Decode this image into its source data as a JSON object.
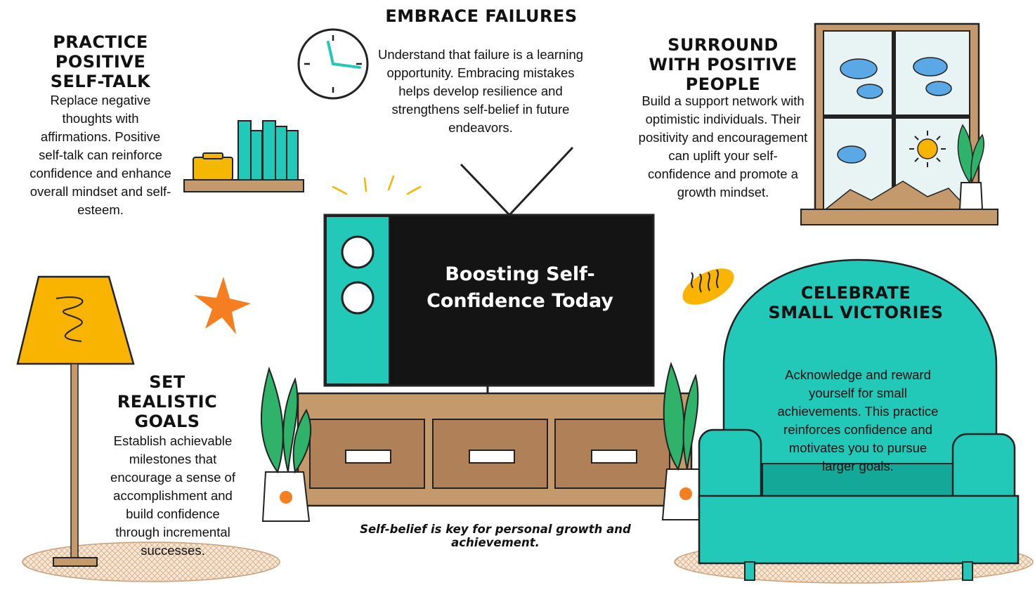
{
  "center": {
    "title": "Boosting Self-Confidence Today",
    "tagline": "Self-belief is key for personal growth and achievement."
  },
  "sections": {
    "self_talk": {
      "heading": "PRACTICE POSITIVE SELF-TALK",
      "text": "Replace negative thoughts with affirmations. Positive self-talk can reinforce confidence and enhance overall mindset and self-esteem."
    },
    "failures": {
      "heading": "EMBRACE FAILURES",
      "text": "Understand that failure is a learning opportunity. Embracing mistakes helps develop resilience and strengthens self-belief in future endeavors."
    },
    "people": {
      "heading": "SURROUND WITH POSITIVE PEOPLE",
      "text": "Build a support network with optimistic individuals. Their positivity and encouragement can uplift your self-confidence and promote a growth mindset."
    },
    "goals": {
      "heading": "SET REALISTIC GOALS",
      "text": "Establish achievable milestones that encourage a sense of accomplishment and build confidence through incremental successes."
    },
    "victories": {
      "heading": "CELEBRATE SMALL VICTORIES",
      "text": "Acknowledge and reward yourself for small achievements. This practice reinforces confidence and motivates you to pursue larger goals."
    }
  },
  "colors": {
    "teal": "#22c8b8",
    "teal_dark": "#14a898",
    "wood": "#c49a6c",
    "wood_dark": "#8b6b4a",
    "lamp_yellow": "#f8b400",
    "orange": "#f57f20",
    "screen": "#141414",
    "plant_green": "#2fb36b",
    "rug": "#e8c8a8"
  },
  "icons": [
    "clock-icon",
    "tv-illustration",
    "lamp-illustration",
    "window-illustration",
    "armchair-illustration",
    "plant-icon",
    "books-icon",
    "sparkle-icon",
    "bread-icon",
    "sun-icon",
    "cloud-icon"
  ]
}
